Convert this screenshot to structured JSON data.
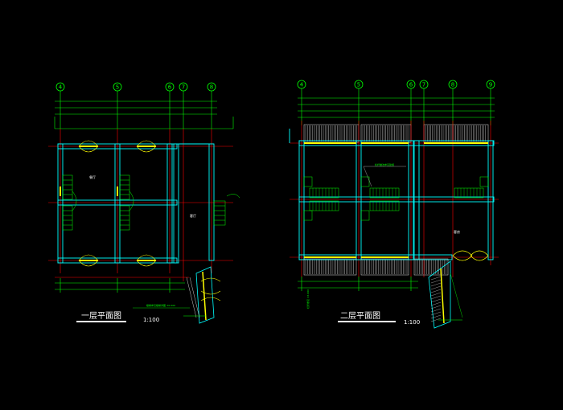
{
  "plan1": {
    "title": "一层平面图",
    "scale": "1:100",
    "axes": [
      "4",
      "5",
      "6",
      "7",
      "8"
    ],
    "room_labels": [
      "餐厅",
      "客厅"
    ],
    "note": "楼梯参见楼梯详图 ±0.000"
  },
  "plan2": {
    "title": "二层平面图",
    "scale": "1:100",
    "axes": [
      "4",
      "5",
      "6",
      "7",
      "8",
      "9"
    ],
    "room_labels": [
      "客房"
    ],
    "note": "栏杆做法参见建施",
    "side_note": "栏杆参见 ±3.000"
  },
  "colors": {
    "background": "#000000",
    "wall": "#00ffff",
    "axis_line": "#ff0000",
    "dimension": "#00ff00",
    "door_window": "#ffff00",
    "furniture": "#00ff00",
    "text": "#ffffff",
    "railing": "#c0c0c0"
  }
}
